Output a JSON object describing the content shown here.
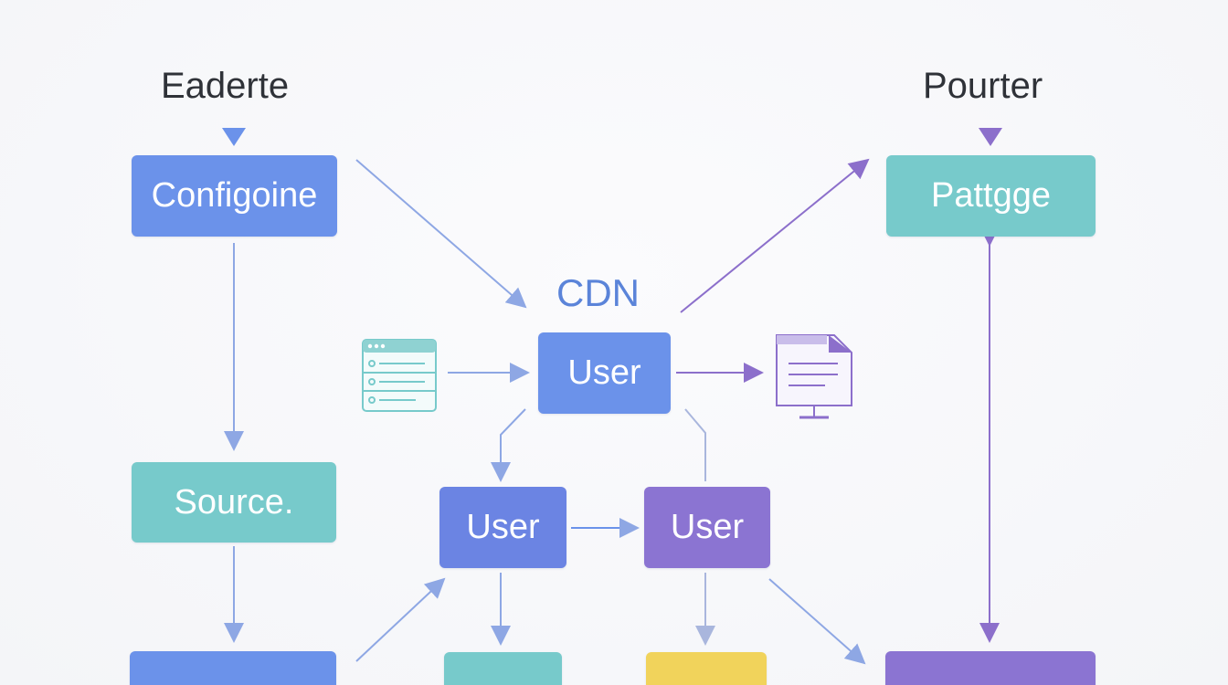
{
  "headers": {
    "left": "Eaderte",
    "right": "Pourter",
    "center": "CDN"
  },
  "nodes": {
    "configoine": "Configoine",
    "source": "Source.",
    "pattgge": "Pattgge",
    "user_center": "User",
    "user_left": "User",
    "user_right": "User",
    "bottom_left": "",
    "bottom_teal": "",
    "bottom_yellow": "",
    "bottom_purple": ""
  },
  "icons": {
    "left": "browser-window-icon",
    "right": "document-monitor-icon"
  },
  "colors": {
    "blue": "#6b92ea",
    "teal": "#77cacb",
    "purple": "#8b74d2",
    "yellow": "#f1d35b",
    "edge_blue": "#8ea7e4",
    "edge_purple": "#8c6fcb",
    "center_text": "#5b84d9"
  }
}
